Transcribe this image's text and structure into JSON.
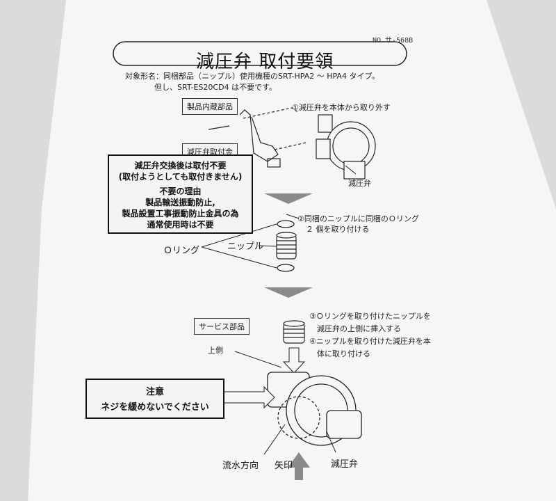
{
  "document": {
    "doc_no": "NO.サ-568B",
    "title": "減圧弁 取付要領",
    "target_models": "対象形名：同梱部品（ニップル）使用機種のSRT-HPA2 ～ HPA4 タイプ。",
    "exception": "但し、SRT-ES20CD4 は不要です。"
  },
  "section1": {
    "box_label": "製品内蔵部品",
    "step1": "①減圧弁を本体から取り外す",
    "bracket_label": "減圧弁取付金",
    "valve_label": "減圧弁"
  },
  "notice_box": {
    "line1": "減圧弁交換後は取付不要",
    "line2": "(取付ようとしても取付きません)",
    "line3": "不要の理由",
    "line4": "製品輸送振動防止,",
    "line5": "製品設置工事振動防止金具の為",
    "line6": "通常使用時は不要"
  },
  "section2": {
    "step2_line1": "②同梱のニップルに同梱のＯリング",
    "step2_line2": "２ 個を取り付ける",
    "oring_label": "Ｏリング",
    "nipple_label": "ニップル"
  },
  "section3": {
    "box_label": "サービス部品",
    "step3_line1": "③Ｏリングを取り付けたニップルを",
    "step3_line2": "減圧弁の上側に挿入する",
    "step4_line1": "④ニップルを取り付けた減圧弁を本",
    "step4_line2": "体に取り付ける",
    "upper_label": "上側",
    "flow_label": "流水方向",
    "arrow_label": "矢印",
    "valve_label": "減圧弁"
  },
  "caution_box": {
    "title": "注意",
    "text": "ネジを緩めないでください"
  },
  "colors": {
    "paper": "#f6f6f4",
    "ink": "#1a1a1a",
    "arrow_fill": "#8a8a8a",
    "background": "#d9dbdd"
  }
}
